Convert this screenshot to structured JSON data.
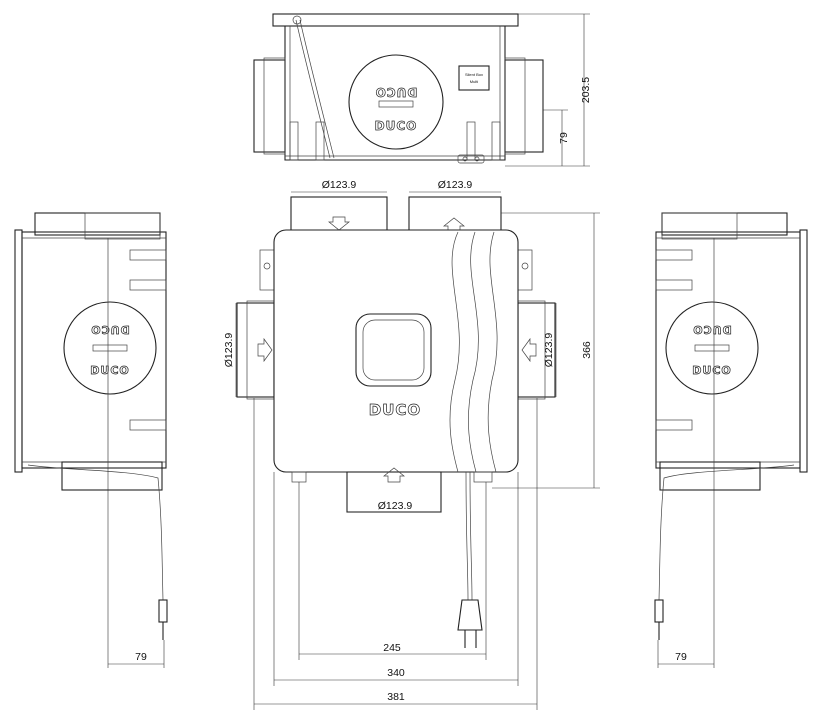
{
  "brand": "DUCO",
  "top_label_line1": "Silent Box",
  "top_label_line2": "Multi",
  "dimensions": {
    "height_total": "203.5",
    "height_axis": "79",
    "duct_top_left": "Ø123.9",
    "duct_top_right": "Ø123.9",
    "duct_left": "Ø123.9",
    "duct_right": "Ø123.9",
    "duct_bottom": "Ø123.9",
    "height_front": "366",
    "width_mount": "245",
    "width_body": "340",
    "width_total": "381",
    "left_offset": "79",
    "right_offset": "79"
  }
}
